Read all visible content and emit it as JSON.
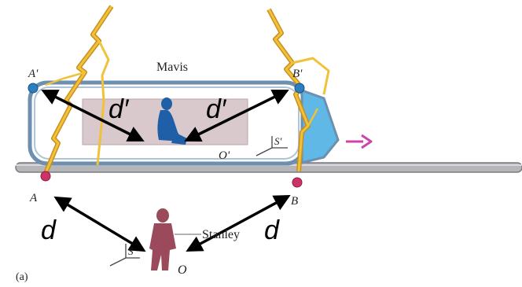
{
  "labels": {
    "panel": "(a)",
    "mavis": "Mavis",
    "stanley": "Stanley",
    "a_prime": "A'",
    "b_prime": "B'",
    "a": "A",
    "b": "B",
    "o_prime": "O'",
    "o": "O",
    "s_prime": "S'",
    "s": "S",
    "d_prime_left": "d′",
    "d_prime_right": "d′",
    "d_left": "d",
    "d_right": "d"
  },
  "colors": {
    "train_outline": "#6d8fb0",
    "train_fill": "#ffffff",
    "window": "#d9c8cc",
    "nose": "#5fb8e6",
    "rail": "#9a9aa0",
    "lightning": "#f0c23a",
    "lightning_edge": "#c98f1e",
    "mavis": "#1f5fa8",
    "stanley": "#9b4a5c",
    "ground_point": "#cc3366",
    "train_point": "#2a7fc0",
    "arrow_motion": "#cc44aa",
    "arrow_d": "#000000"
  },
  "icons": {
    "mavis_figure": "seated-person-icon",
    "stanley_figure": "standing-person-icon",
    "motion_arrow": "arrow-right-icon"
  }
}
